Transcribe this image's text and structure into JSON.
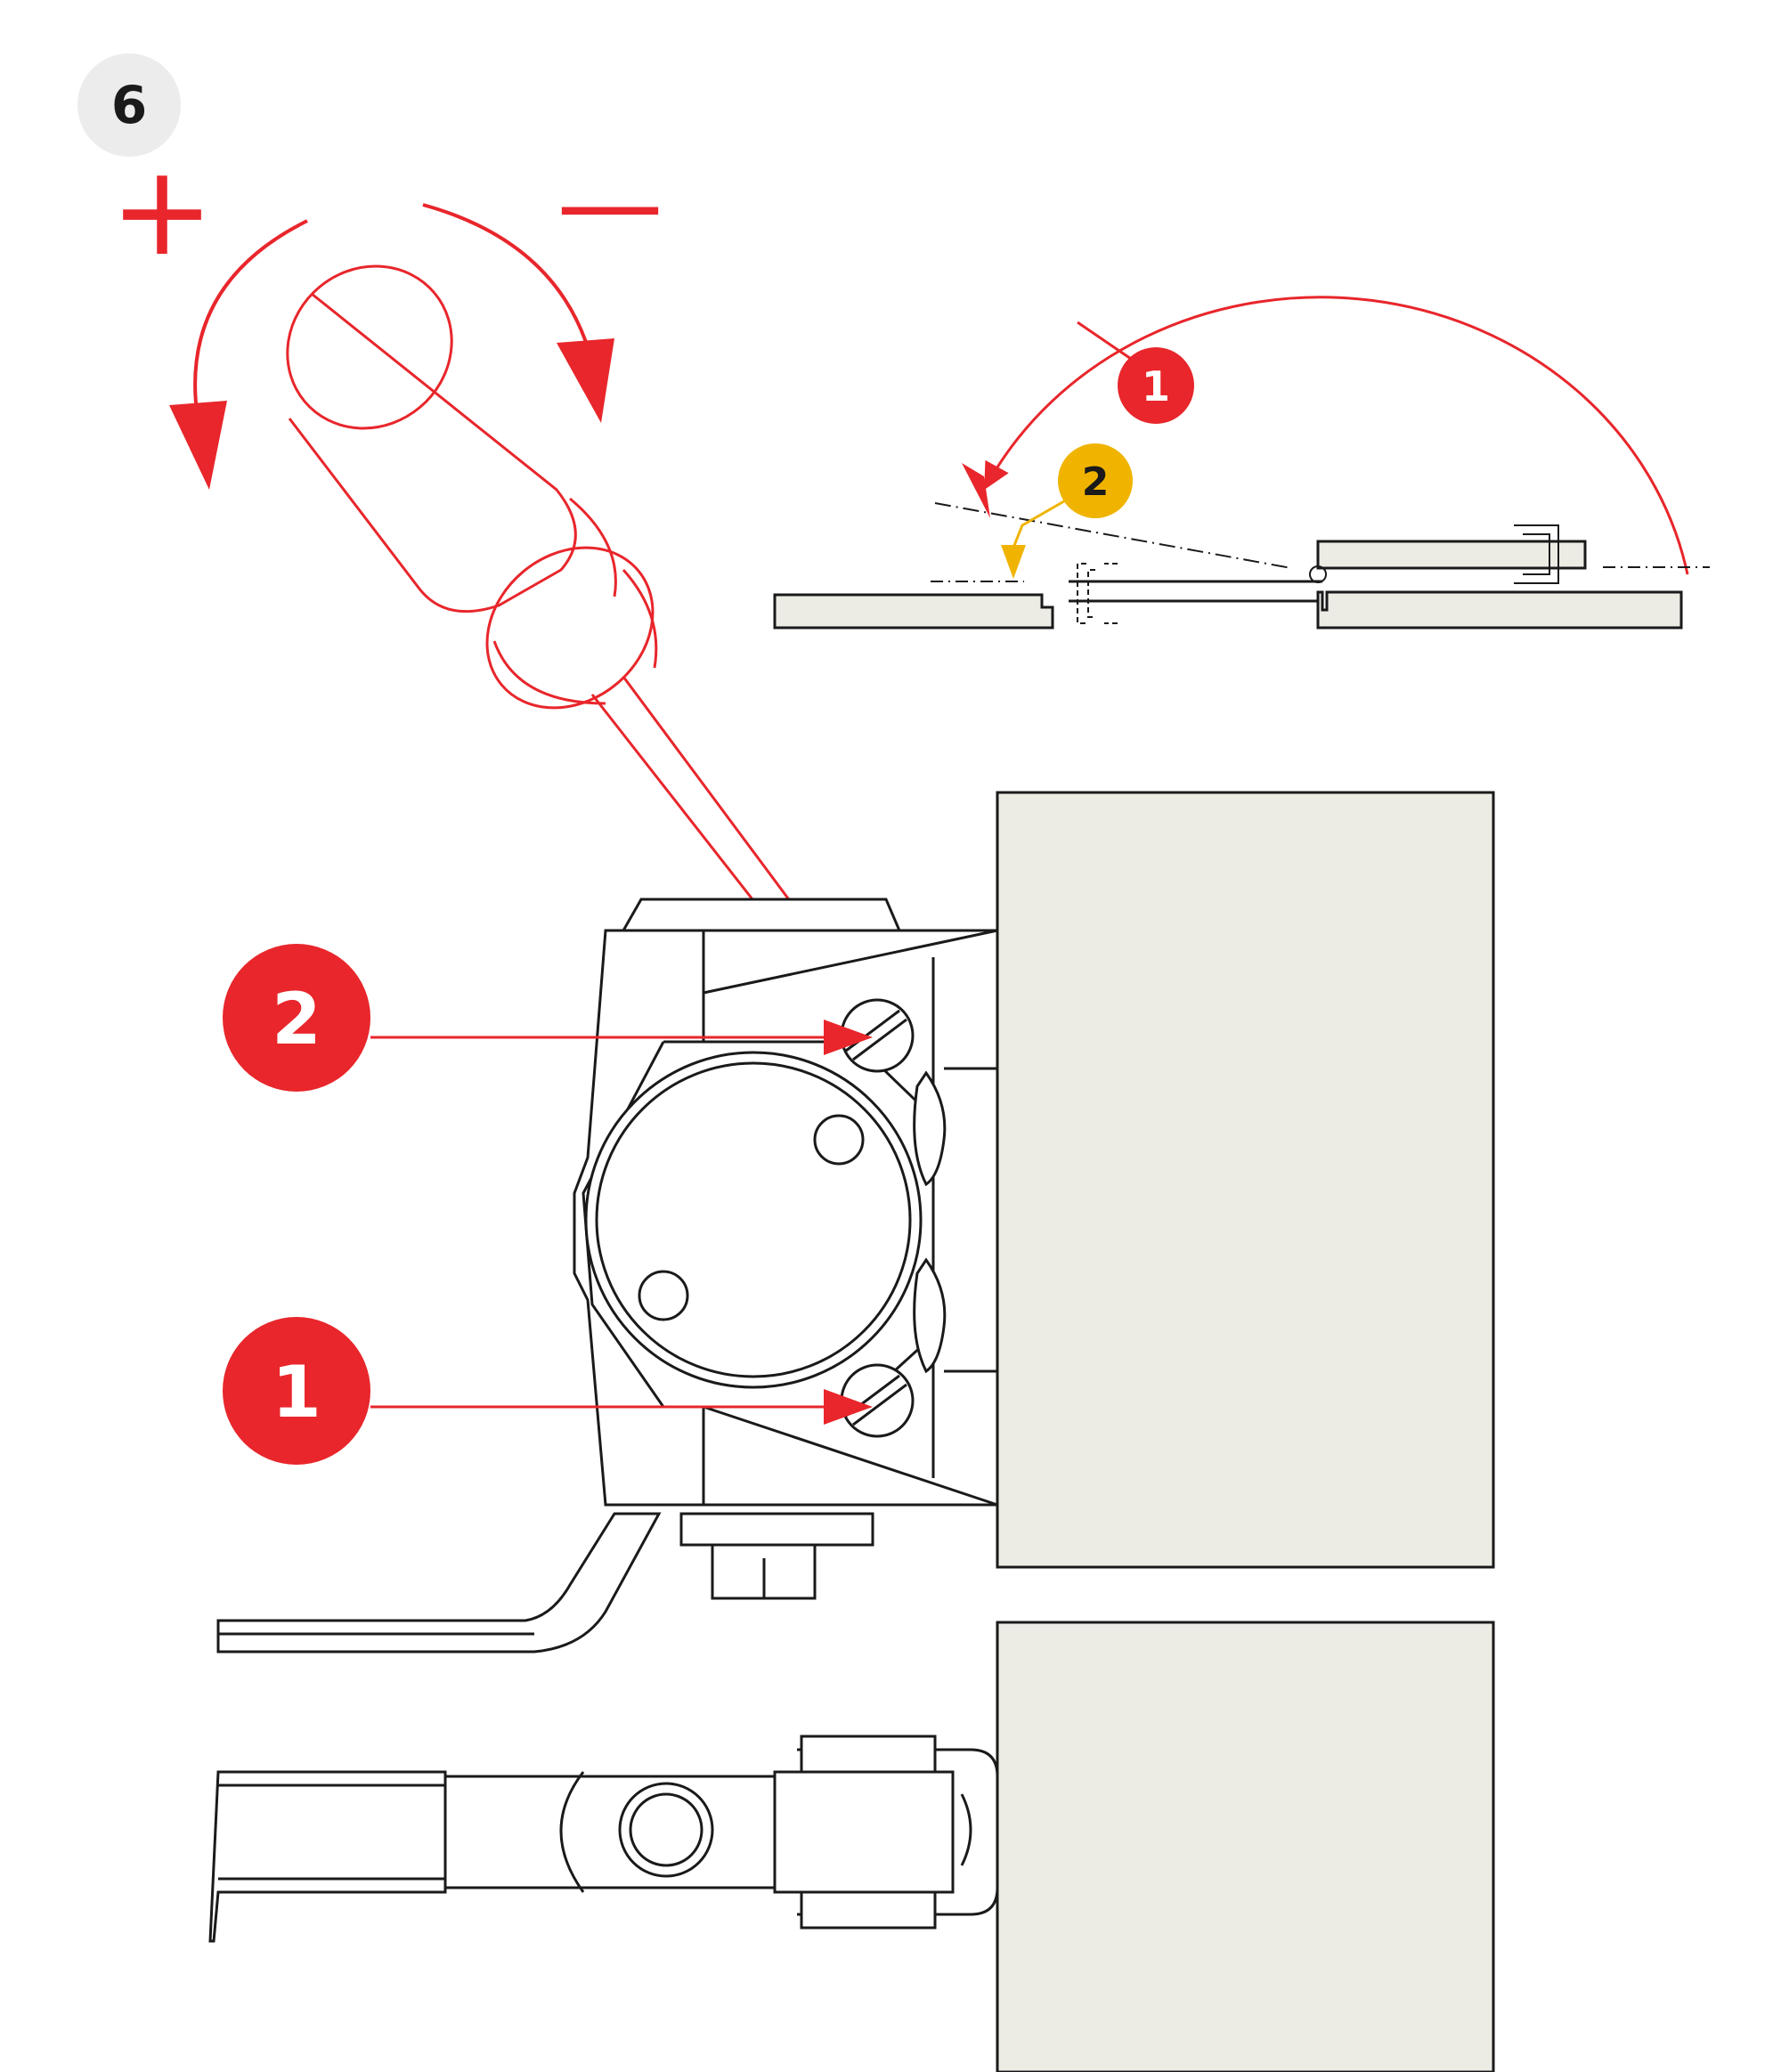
{
  "step": {
    "number": "6"
  },
  "rotation": {
    "plus": "+",
    "minus": "—"
  },
  "callouts": {
    "swing_arc": "1",
    "tilt_offset": "2",
    "screw_upper": "2",
    "screw_lower": "1"
  },
  "colors": {
    "accent_red": "#e8262b",
    "accent_yellow": "#f0b400",
    "panel_fill": "#ecebe4",
    "step_badge": "#ececec",
    "line": "#1a1a1a"
  },
  "icons": [
    "screwdriver-icon",
    "rotate-arrow-icon",
    "hinge-icon",
    "adjustment-screw-icon"
  ]
}
